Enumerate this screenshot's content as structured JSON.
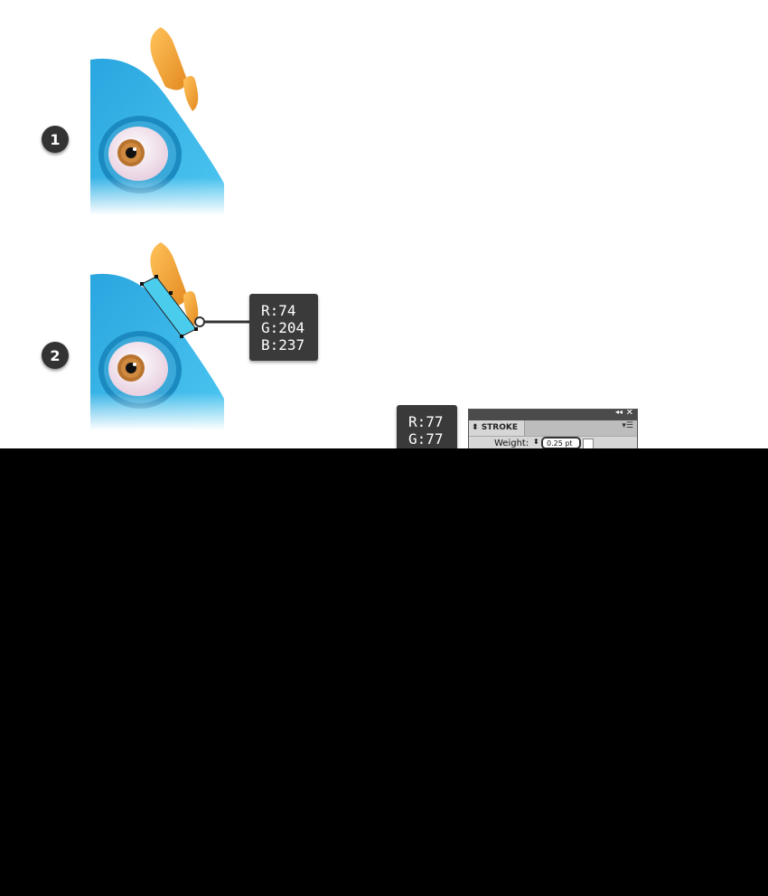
{
  "steps": [
    {
      "number": "1"
    },
    {
      "number": "2"
    }
  ],
  "color_callouts": [
    {
      "r": "R:74",
      "g": "G:204",
      "b": "B:237"
    },
    {
      "r": "R:77",
      "g": "G:77"
    }
  ],
  "colors": {
    "body_blue": "#3fb6e6",
    "selection_fill": "#4acced",
    "horn_orange": "#f0a43a",
    "iris_brown": "#b8732e",
    "badge_dark": "#333333",
    "callout_dark": "#3a3a3a"
  },
  "stroke_panel": {
    "tab_label": "STROKE",
    "weight_label": "Weight:",
    "weight_value": "0.25 pt",
    "collapse_icon": "double-chevron-left-icon",
    "close_icon": "close-icon",
    "menu_icon": "panel-menu-icon"
  }
}
